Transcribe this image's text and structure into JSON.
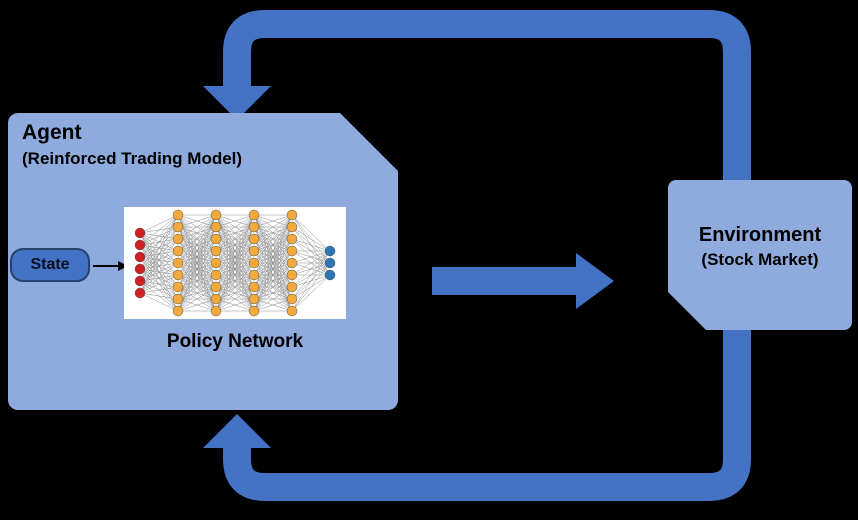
{
  "agent": {
    "title": "Agent",
    "subtitle": "(Reinforced Trading Model)",
    "state_label": "State",
    "network_caption": "Policy Network"
  },
  "environment": {
    "title": "Environment",
    "subtitle": "(Stock Market)"
  },
  "colors": {
    "background": "#000000",
    "arrow_blue": "#4472C4",
    "panel_blue": "#8FAADC",
    "state_fill": "#4472C4",
    "state_border": "#24436E",
    "node_red": "#D02020",
    "node_orange": "#F2A93B",
    "node_blue": "#2E75B6",
    "text": "#000000"
  },
  "network": {
    "layers": [
      {
        "count": 6,
        "color_key": "node_red"
      },
      {
        "count": 9,
        "color_key": "node_orange"
      },
      {
        "count": 9,
        "color_key": "node_orange"
      },
      {
        "count": 9,
        "color_key": "node_orange"
      },
      {
        "count": 9,
        "color_key": "node_orange"
      },
      {
        "count": 3,
        "color_key": "node_blue"
      }
    ]
  }
}
